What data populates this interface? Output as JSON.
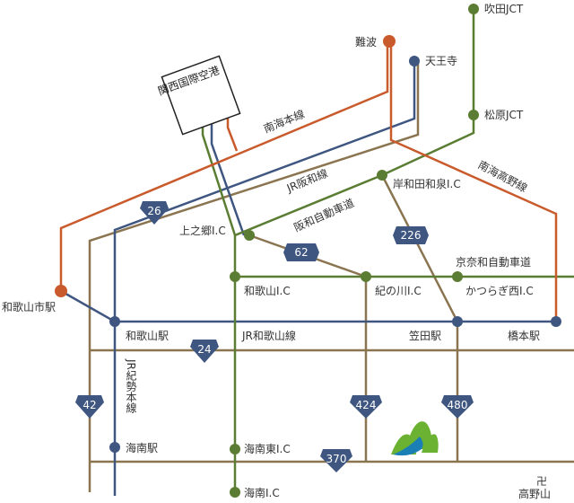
{
  "colors": {
    "nankai": "#c95a2c",
    "jr": "#3f5681",
    "expressway": "#5b7d33",
    "national": "#8a7550",
    "shield": "#3f5681",
    "logo_green": "#6bb132",
    "logo_blue": "#1a7fb5"
  },
  "airport": {
    "label": "関西国際空港"
  },
  "stations": {
    "namba": "難波",
    "tennoji": "天王寺",
    "wakayamashi": "和歌山市駅",
    "wakayama": "和歌山駅",
    "kasada": "笠田駅",
    "hashimoto": "橋本駅",
    "kainan": "海南駅"
  },
  "lines": {
    "nankai_honsen": "南海本線",
    "nankai_koya": "南海高野線",
    "jr_hanwa": "JR阪和線",
    "jr_wakayama": "JR和歌山線",
    "jr_kisei": "JR紀勢本線",
    "hanwa_expressway": "阪和自動車道",
    "keina_expressway": "京奈和自動車道"
  },
  "interchanges": {
    "suita": "吹田JCT",
    "matsubara": "松原JCT",
    "kishiwada": "岸和田和泉I.C",
    "kaminogo": "上之郷I.C",
    "wakayama": "和歌山I.C",
    "kinokawa": "紀の川I.C",
    "katsuragi": "かつらぎ西I.C",
    "kainan_higashi": "海南東I.C",
    "kainan": "海南I.C"
  },
  "routes": [
    "26",
    "62",
    "226",
    "24",
    "42",
    "424",
    "480",
    "370"
  ],
  "koyasan": {
    "symbol": "卍",
    "label": "高野山"
  }
}
